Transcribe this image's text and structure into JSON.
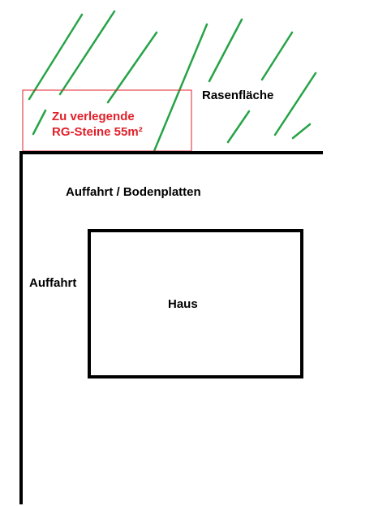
{
  "labels": {
    "lawn": "Rasenfläche",
    "area_line1": "Zu verlegende",
    "area_line2": "RG-Steine 55m²",
    "driveway_top": "Auffahrt / Bodenplatten",
    "driveway_left": "Auffahrt",
    "house": "Haus"
  },
  "colors": {
    "lines": "#000000",
    "lawn_hatch": "#27a347",
    "highlight": "#e0202a",
    "background": "#ffffff"
  }
}
